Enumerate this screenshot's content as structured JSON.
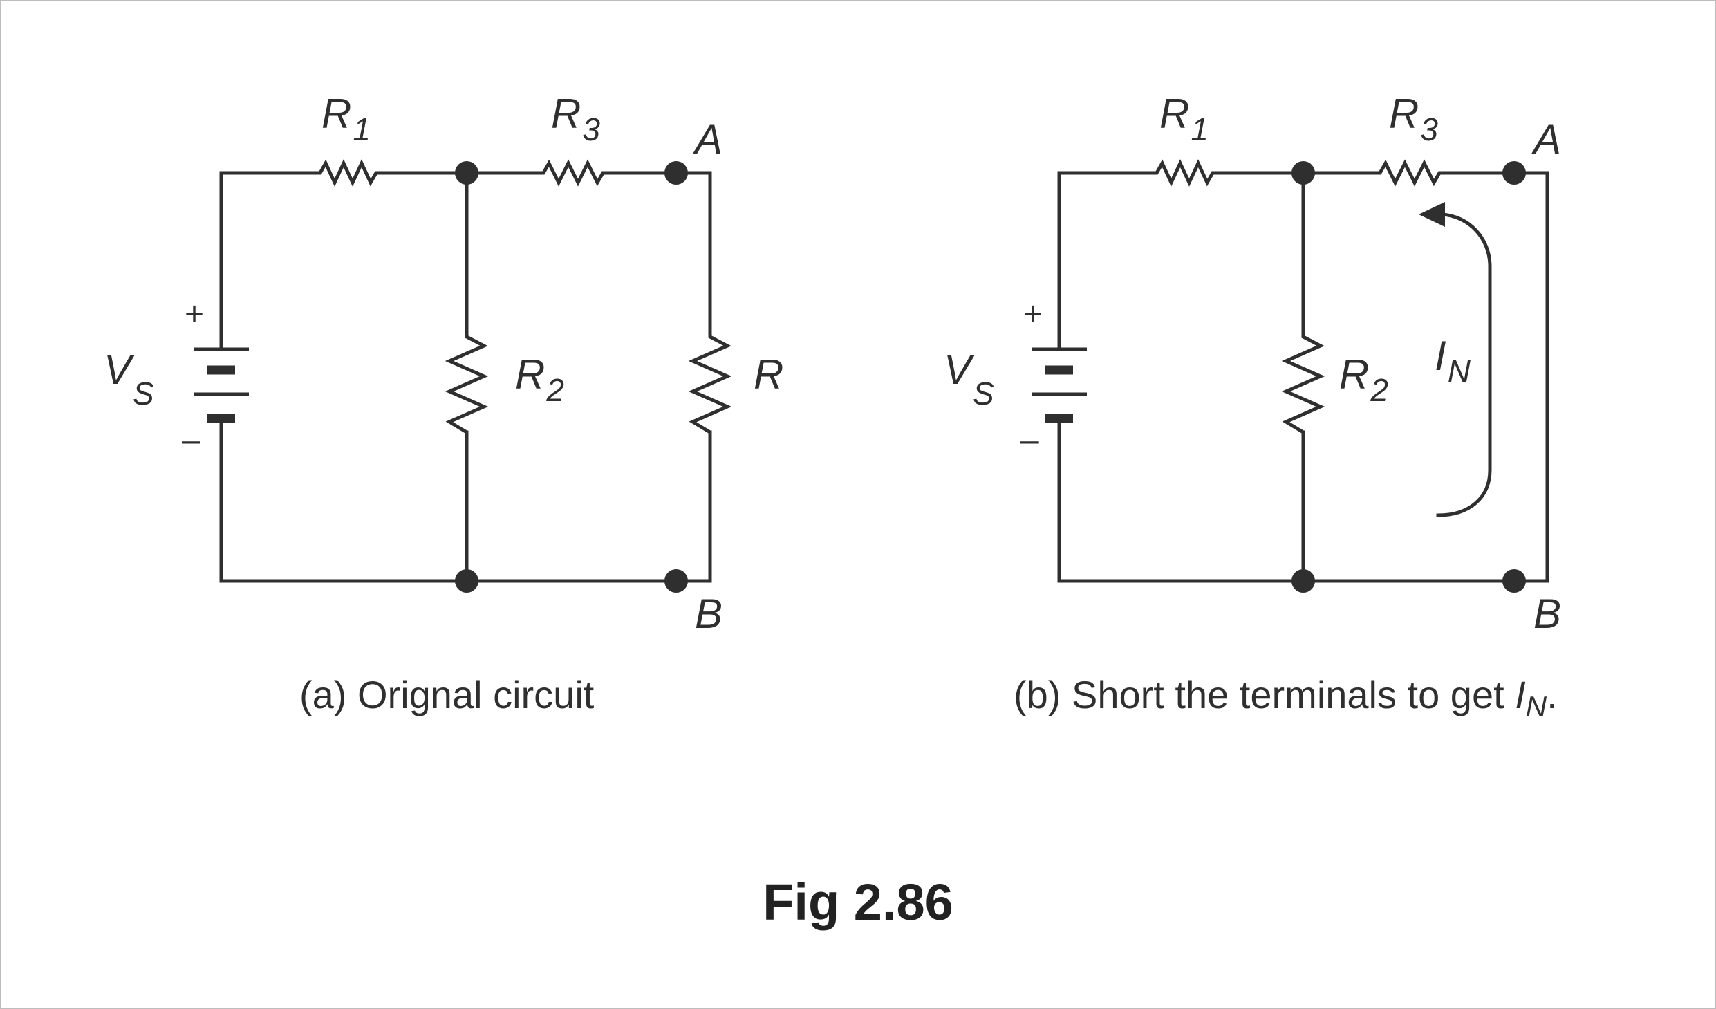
{
  "figure_title": "Fig 2.86",
  "circuit_a": {
    "caption": "(a) Orignal circuit",
    "source": {
      "symbol": "V",
      "subscript": "S",
      "plus": "+",
      "minus": "–"
    },
    "resistors": [
      {
        "symbol": "R",
        "subscript": "1"
      },
      {
        "symbol": "R",
        "subscript": "3"
      },
      {
        "symbol": "R",
        "subscript": "2"
      },
      {
        "symbol": "R",
        "subscript": ""
      }
    ],
    "terminals": [
      "A",
      "B"
    ]
  },
  "circuit_b": {
    "caption_prefix": "(b) Short the terminals to get ",
    "caption_symbol": "I",
    "caption_subscript": "N",
    "caption_suffix": ".",
    "source": {
      "symbol": "V",
      "subscript": "S",
      "plus": "+",
      "minus": "–"
    },
    "resistors": [
      {
        "symbol": "R",
        "subscript": "1"
      },
      {
        "symbol": "R",
        "subscript": "3"
      },
      {
        "symbol": "R",
        "subscript": "2"
      }
    ],
    "current": {
      "symbol": "I",
      "subscript": "N"
    },
    "terminals": [
      "A",
      "B"
    ]
  }
}
